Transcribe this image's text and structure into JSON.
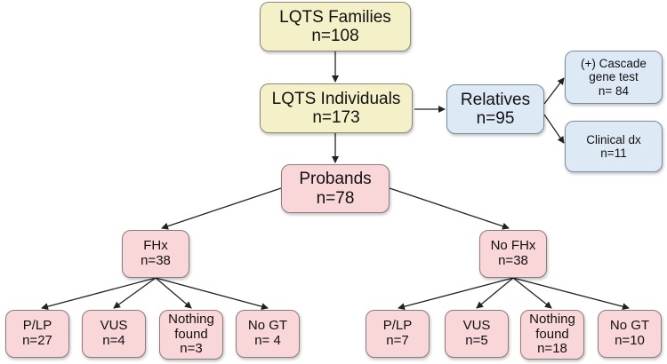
{
  "nodes": {
    "families": {
      "title": "LQTS Families",
      "count": "n=108"
    },
    "individuals": {
      "title": "LQTS Individuals",
      "count": "n=173"
    },
    "relatives": {
      "title": "Relatives",
      "count": "n=95"
    },
    "cascade": {
      "line1": "(+) Cascade",
      "line2": "gene test",
      "count": "n= 84"
    },
    "clinical": {
      "title": "Clinical dx",
      "count": "n=11"
    },
    "probands": {
      "title": "Probands",
      "count": "n=78"
    },
    "fhx": {
      "title": "FHx",
      "count": "n=38"
    },
    "nofhx": {
      "title": "No FHx",
      "count": "n=38"
    },
    "fhx_plp": {
      "title": "P/LP",
      "count": "n=27"
    },
    "fhx_vus": {
      "title": "VUS",
      "count": "n=4"
    },
    "fhx_nothing": {
      "line1": "Nothing",
      "line2": "found",
      "count": "n=3"
    },
    "fhx_nogt": {
      "title": "No GT",
      "count": "n= 4"
    },
    "nofhx_plp": {
      "title": "P/LP",
      "count": "n=7"
    },
    "nofhx_vus": {
      "title": "VUS",
      "count": "n=5"
    },
    "nofhx_nothing": {
      "line1": "Nothing",
      "line2": "found",
      "count": "n=18"
    },
    "nofhx_nogt": {
      "title": "No GT",
      "count": "n=10"
    }
  },
  "colors": {
    "yellow": "#f4f0c8",
    "blue": "#dde9f4",
    "pink": "#f9d6d8",
    "arrow": "#222222"
  }
}
